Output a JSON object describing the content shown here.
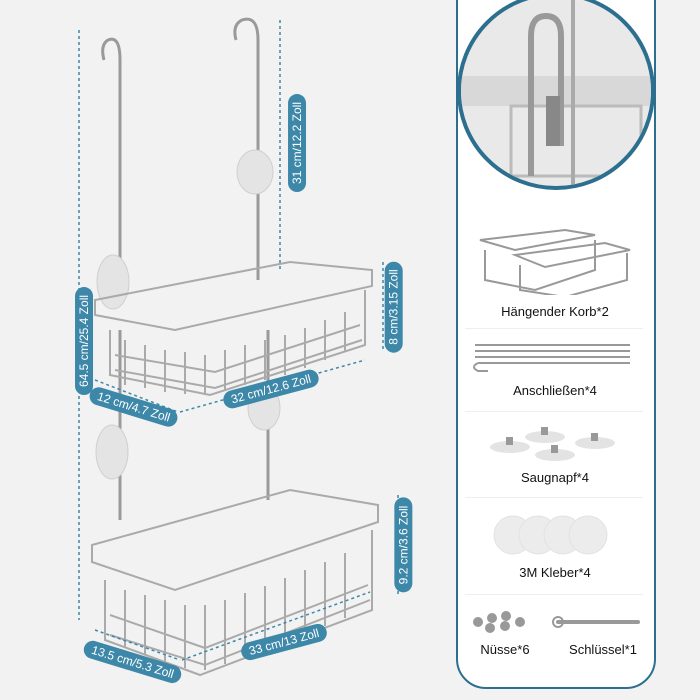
{
  "dimensions": {
    "total_height": "64.5 cm/25.4 Zoll",
    "hook_length": "31 cm/12.2 Zoll",
    "upper_height": "8 cm/3.15 Zoll",
    "upper_depth": "12 cm/4.7 Zoll",
    "upper_width": "32 cm/12.6 Zoll",
    "lower_height": "9.2 cm/3.6 Zoll",
    "lower_depth": "13.5 cm/5.3 Zoll",
    "lower_width": "33 cm/13 Zoll"
  },
  "contents": {
    "basket": "Hängender Korb*2",
    "hooks": "Anschließen*4",
    "suction": "Saugnapf*4",
    "adhesive": "3M Kleber*4",
    "nuts": "Nüsse*6",
    "wrench": "Schlüssel*1"
  },
  "colors": {
    "label": "#3d87a8",
    "border": "#2d6f8f"
  }
}
